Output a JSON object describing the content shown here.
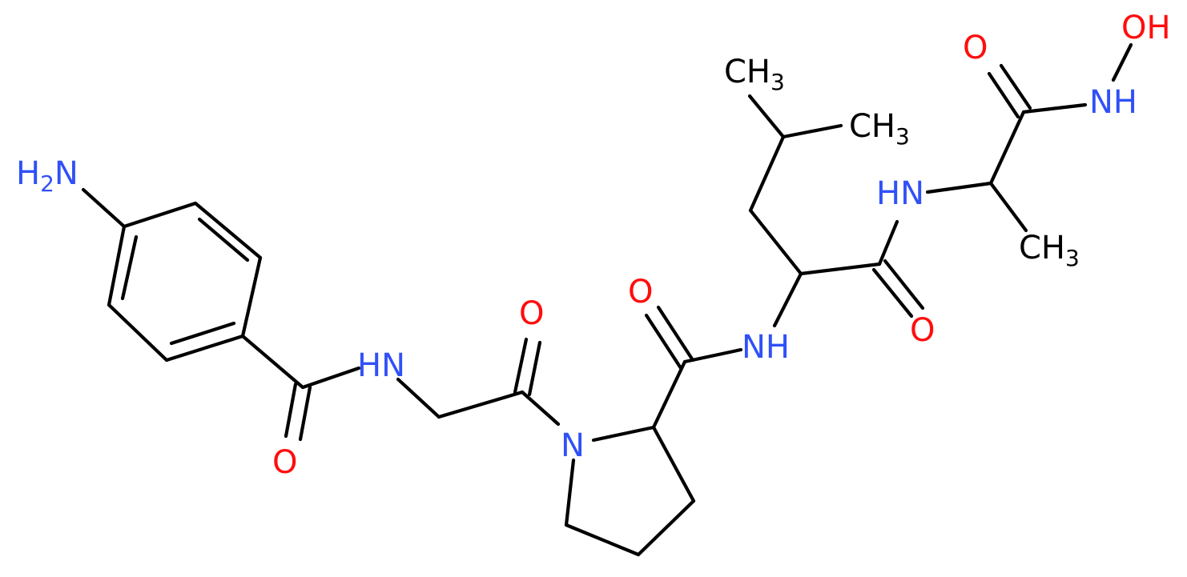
{
  "colors": {
    "bond": "#000000",
    "carbon": "#000000",
    "nitrogen": "#3050F8",
    "oxygen": "#FF0D0D"
  },
  "atoms": {
    "amine": {
      "main": "H",
      "sub": "2",
      "tail": "N",
      "element": "nitrogen"
    },
    "nh_glycine": {
      "text": "HN",
      "element": "nitrogen"
    },
    "o_benzamide": {
      "text": "O",
      "element": "oxygen"
    },
    "o_glycine": {
      "text": "O",
      "element": "oxygen"
    },
    "n_proline": {
      "text": "N",
      "element": "nitrogen"
    },
    "o_proline": {
      "text": "O",
      "element": "oxygen"
    },
    "nh_leucine": {
      "text": "NH",
      "element": "nitrogen"
    },
    "ch3_top": {
      "main": "CH",
      "sub": "3",
      "element": "carbon"
    },
    "ch3_right": {
      "main": "CH",
      "sub": "3",
      "element": "carbon"
    },
    "o_leucine": {
      "text": "O",
      "element": "oxygen"
    },
    "hn_alanine": {
      "text": "HN",
      "element": "nitrogen"
    },
    "ch3_alanine": {
      "main": "CH",
      "sub": "3",
      "element": "carbon"
    },
    "o_alanine": {
      "text": "O",
      "element": "oxygen"
    },
    "nh_hydroxamic": {
      "text": "NH",
      "element": "nitrogen"
    },
    "oh": {
      "text": "OH",
      "element": "oxygen"
    }
  }
}
